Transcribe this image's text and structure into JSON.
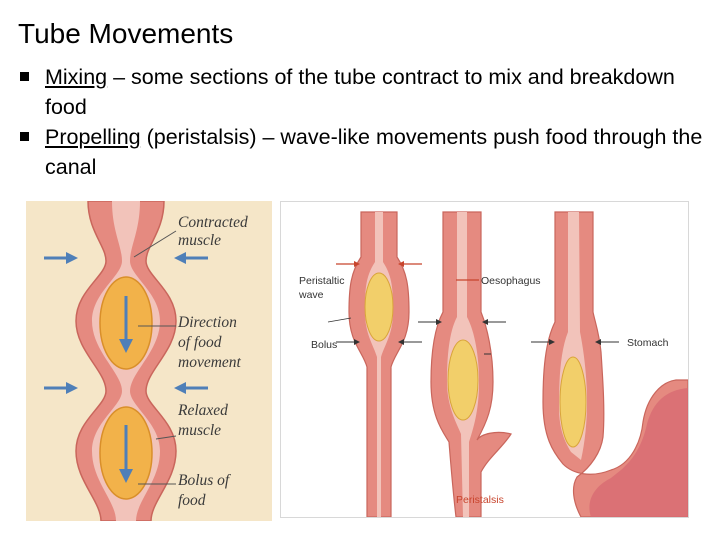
{
  "slide": {
    "title": "Tube Movements",
    "bullets": [
      {
        "term": "Mixing",
        "text": " – some sections of the tube contract to mix and breakdown food"
      },
      {
        "term": "Propelling",
        "text": " (peristalsis) – wave-like movements push food through the canal"
      }
    ]
  },
  "figure_left": {
    "labels": {
      "contracted_1": "Contracted",
      "contracted_2": "muscle",
      "direction_1": "Direction",
      "direction_2": "of food",
      "direction_3": "movement",
      "relaxed_1": "Relaxed",
      "relaxed_2": "muscle",
      "bolus_1": "Bolus of",
      "bolus_2": "food"
    }
  },
  "figure_right": {
    "labels": {
      "peristaltic_1": "Peristaltic",
      "peristaltic_2": "wave",
      "oesophagus": "Oesophagus",
      "bolus": "Bolus",
      "stomach": "Stomach",
      "caption": "Peristalsis"
    }
  },
  "colors": {
    "muscle": "#e58a80",
    "lumen": "#f2c3ba",
    "bolus": "#f2b24a",
    "arrow": "#4f7fb8",
    "background_left": "#f5e6c8"
  }
}
